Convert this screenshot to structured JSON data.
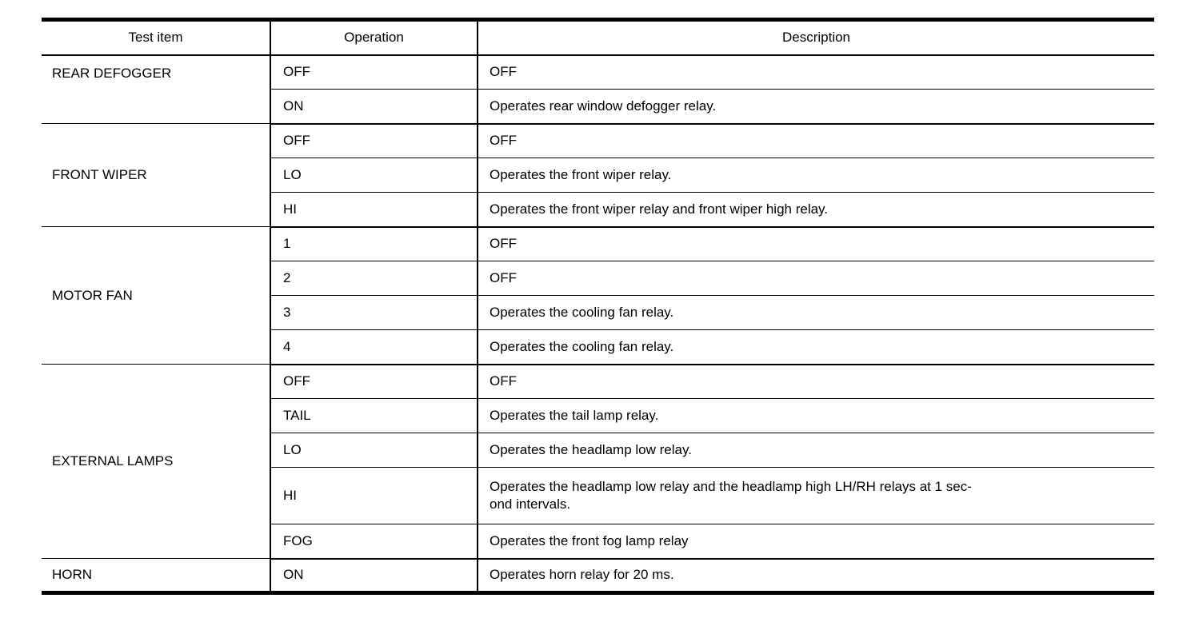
{
  "table": {
    "headers": {
      "test_item": "Test item",
      "operation": "Operation",
      "description": "Description"
    },
    "groups": [
      {
        "test_item": "REAR DEFOGGER",
        "rows": [
          {
            "operation": "OFF",
            "description": "OFF"
          },
          {
            "operation": "ON",
            "description": "Operates rear window defogger relay."
          }
        ]
      },
      {
        "test_item": "FRONT WIPER",
        "rows": [
          {
            "operation": "OFF",
            "description": "OFF"
          },
          {
            "operation": "LO",
            "description": "Operates the front wiper relay."
          },
          {
            "operation": "HI",
            "description": "Operates the front wiper relay and front wiper high relay."
          }
        ]
      },
      {
        "test_item": "MOTOR FAN",
        "rows": [
          {
            "operation": "1",
            "description": "OFF"
          },
          {
            "operation": "2",
            "description": "OFF"
          },
          {
            "operation": "3",
            "description": "Operates the cooling fan relay."
          },
          {
            "operation": "4",
            "description": "Operates the cooling fan relay."
          }
        ]
      },
      {
        "test_item": "EXTERNAL LAMPS",
        "rows": [
          {
            "operation": "OFF",
            "description": "OFF"
          },
          {
            "operation": "TAIL",
            "description": "Operates the tail lamp relay."
          },
          {
            "operation": "LO",
            "description": "Operates the headlamp low relay."
          },
          {
            "operation": "HI",
            "description": "Operates the headlamp low relay and the headlamp high LH/RH relays at 1 sec-\nond intervals."
          },
          {
            "operation": "FOG",
            "description": "Operates the front fog lamp relay"
          }
        ]
      },
      {
        "test_item": "HORN",
        "rows": [
          {
            "operation": "ON",
            "description": "Operates horn relay for 20 ms."
          }
        ]
      }
    ],
    "border_color": "#000000",
    "text_color": "#000000",
    "background_color": "#ffffff"
  }
}
